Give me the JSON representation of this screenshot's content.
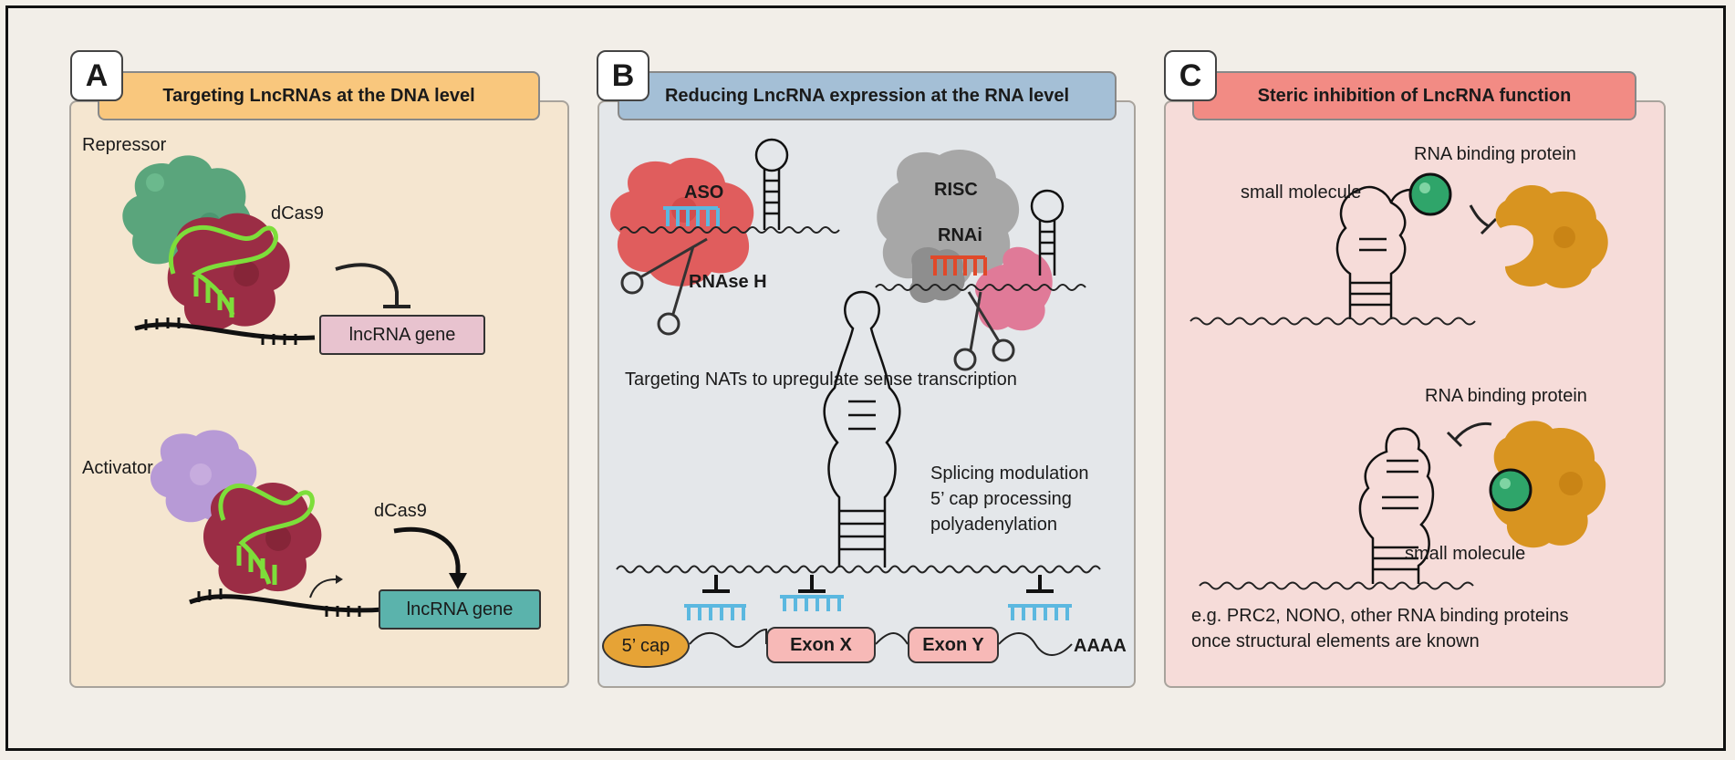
{
  "panels": {
    "a": {
      "letter": "A",
      "title": "Targeting LncRNAs at the DNA level",
      "repressor": "Repressor",
      "activator": "Activator",
      "dcas9_top": "dCas9",
      "dcas9_bottom": "dCas9",
      "gene_top": "lncRNA gene",
      "gene_bottom": "lncRNA gene"
    },
    "b": {
      "letter": "B",
      "title": "Reducing LncRNA expression at the RNA level",
      "aso": "ASO",
      "rnase_h": "RNAse H",
      "risc": "RISC",
      "rnai": "RNAi",
      "nats": "Targeting NATs to upregulate sense transcription",
      "mod_lines": [
        "Splicing modulation",
        "5’ cap processing",
        "polyadenylation"
      ],
      "cap": "5’ cap",
      "exon_x": "Exon X",
      "exon_y": "Exon Y",
      "polya": "AAAA"
    },
    "c": {
      "letter": "C",
      "title": "Steric inhibition of LncRNA function",
      "small_molecule_top": "small molecule",
      "rbp_top": "RNA binding protein",
      "rbp_bottom": "RNA binding protein",
      "small_molecule_bottom": "small molecule",
      "note_lines": [
        "e.g. PRC2, NONO, other RNA binding proteins",
        "once structural elements are known"
      ]
    }
  },
  "colors": {
    "panel_a_bg": "#f5e6d0",
    "panel_b_bg": "#e4e7ea",
    "panel_c_bg": "#f6dcd9",
    "title_a": "#f9c77d",
    "title_b": "#a4bfd6",
    "title_c": "#f28b84",
    "dcas9": "#9b2d45",
    "guide_rna": "#7dde3a",
    "repressor": "#5aa57c",
    "activator": "#b79ad6",
    "aso": "#5bb8e0",
    "rnai": "#e0492a",
    "rna_binding_protein": "#d89420",
    "small_molecule": "#2fa56a",
    "gene_box_top": "#e8c3cf",
    "gene_box_bottom": "#5bb3ac"
  }
}
